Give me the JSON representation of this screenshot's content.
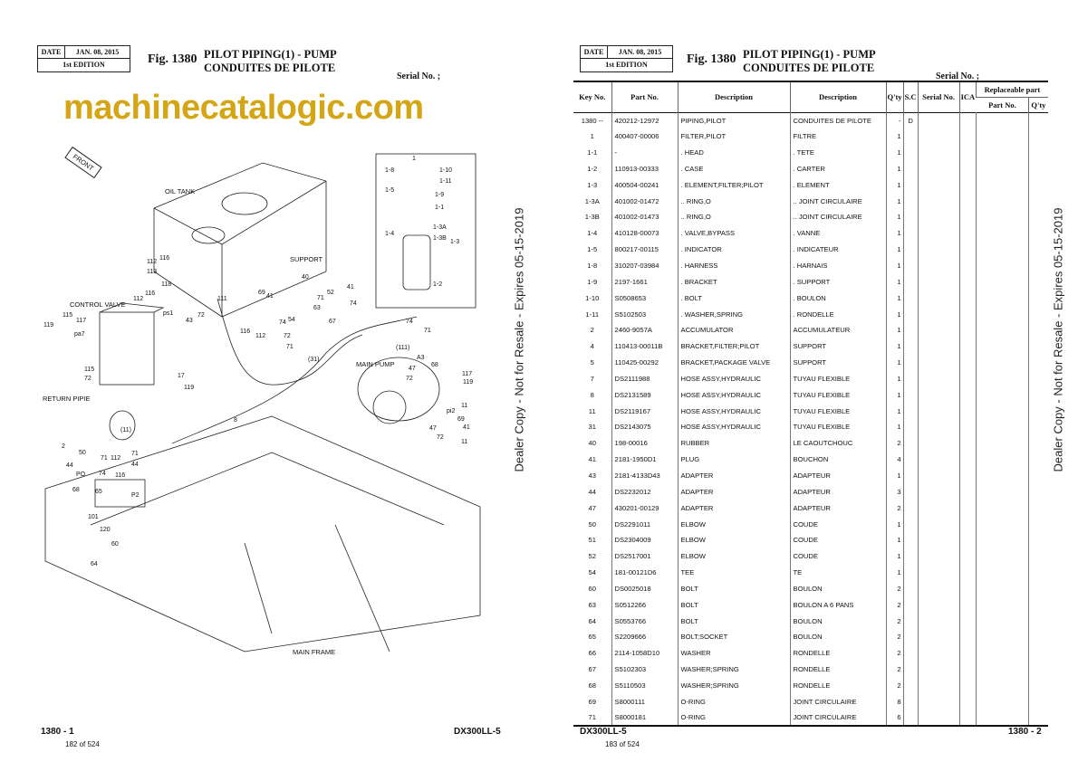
{
  "left_page": {
    "date_label": "DATE",
    "date": "JAN. 08, 2015",
    "edition": "1st EDITION",
    "fig": "Fig. 1380",
    "title1": "PILOT PIPING(1) - PUMP",
    "title2": "CONDUITES DE PILOTE",
    "serial": "Serial No. ;",
    "page_num": "1380 - 1",
    "page_of": "182 of 524",
    "model": "DX300LL-5",
    "diagram_labels": {
      "front": "FRONT",
      "oil_tank": "OIL TANK",
      "support": "SUPPORT",
      "control_valve": "CONTROL VALVE",
      "return_pipe": "RETURN PIPIE",
      "main_pump": "MAIN PUMP",
      "main_frame": "MAIN FRAME"
    },
    "callouts": [
      "1",
      "1-8",
      "1-10",
      "1-11",
      "1-5",
      "1-1",
      "1-9",
      "1-4",
      "1-3A",
      "1-3B",
      "1-3",
      "1-2",
      "112",
      "116",
      "113",
      "118",
      "112",
      "116",
      "115",
      "117",
      "119",
      "pa7",
      "ps1",
      "43",
      "72",
      "111",
      "69",
      "41",
      "116",
      "112",
      "54",
      "40",
      "71",
      "52",
      "63",
      "41",
      "74",
      "67",
      "72",
      "74",
      "71",
      "(31)",
      "74",
      "71",
      "(111)",
      "A3",
      "47",
      "72",
      "68",
      "117",
      "119",
      "11",
      "pi2",
      "69",
      "41",
      "47",
      "72",
      "11",
      "8",
      "17",
      "119",
      "115",
      "72",
      "(11)",
      "2",
      "50",
      "44",
      "71",
      "112",
      "71",
      "44",
      "74",
      "116",
      "PO",
      "P2",
      "65",
      "68",
      "101",
      "120",
      "60",
      "64"
    ]
  },
  "right_page": {
    "date_label": "DATE",
    "date": "JAN. 08, 2015",
    "edition": "1st EDITION",
    "fig": "Fig. 1380",
    "title1": "PILOT PIPING(1) - PUMP",
    "title2": "CONDUITES DE PILOTE",
    "serial": "Serial No. ;",
    "page_num": "1380 - 2",
    "page_of": "183 of 524",
    "model": "DX300LL-5",
    "headers": {
      "key": "Key No.",
      "part": "Part No.",
      "desc": "Description",
      "desc_fr": "Description",
      "qty": "Q'ty",
      "sc": "S.C",
      "serial": "Serial No.",
      "ica": "ICA",
      "replaceable": "Replaceable part",
      "rep_part": "Part No.",
      "rep_qty": "Q'ty"
    },
    "rows": [
      [
        "1380 --",
        "420212-12972",
        "PIPING,PILOT",
        "CONDUITES DE PILOTE",
        "-",
        "D"
      ],
      [
        "1",
        "400407-00006",
        "FILTER,PILOT",
        "FILTRE",
        "1",
        ""
      ],
      [
        "1-1",
        "-",
        ". HEAD",
        ". TETE",
        "1",
        ""
      ],
      [
        "1-2",
        "110913-00333",
        ". CASE",
        ". CARTER",
        "1",
        ""
      ],
      [
        "1-3",
        "400504-00241",
        ". ELEMENT,FILTER;PILOT",
        ". ELEMENT",
        "1",
        ""
      ],
      [
        "1-3A",
        "401002-01472",
        ".. RING,O",
        ".. JOINT CIRCULAIRE",
        "1",
        ""
      ],
      [
        "1-3B",
        "401002-01473",
        ".. RING,O",
        ".. JOINT CIRCULAIRE",
        "1",
        ""
      ],
      [
        "1-4",
        "410128-00073",
        ". VALVE,BYPASS",
        ". VANNE",
        "1",
        ""
      ],
      [
        "1-5",
        "800217-00115",
        ". INDICATOR",
        ". INDICATEUR",
        "1",
        ""
      ],
      [
        "1-8",
        "310207-03984",
        ". HARNESS",
        ". HARNAIS",
        "1",
        ""
      ],
      [
        "1-9",
        "2197-1661",
        ". BRACKET",
        ". SUPPORT",
        "1",
        ""
      ],
      [
        "1-10",
        "S0508653",
        ". BOLT",
        ". BOULON",
        "1",
        ""
      ],
      [
        "1-11",
        "S5102503",
        ". WASHER,SPRING",
        ". RONDELLE",
        "1",
        ""
      ],
      [
        "2",
        "2460-9057A",
        "ACCUMULATOR",
        "ACCUMULATEUR",
        "1",
        ""
      ],
      [
        "4",
        "110413-00011B",
        "BRACKET,FILTER;PILOT",
        "SUPPORT",
        "1",
        ""
      ],
      [
        "5",
        "110425-00292",
        "BRACKET,PACKAGE VALVE",
        "SUPPORT",
        "1",
        ""
      ],
      [
        "7",
        "DS2111988",
        "HOSE ASSY,HYDRAULIC",
        "TUYAU FLEXIBLE",
        "1",
        ""
      ],
      [
        "8",
        "DS2131589",
        "HOSE ASSY,HYDRAULIC",
        "TUYAU FLEXIBLE",
        "1",
        ""
      ],
      [
        "11",
        "DS2119167",
        "HOSE ASSY,HYDRAULIC",
        "TUYAU FLEXIBLE",
        "1",
        ""
      ],
      [
        "31",
        "DS2143075",
        "HOSE ASSY,HYDRAULIC",
        "TUYAU FLEXIBLE",
        "1",
        ""
      ],
      [
        "40",
        "198-00016",
        "RUBBER",
        "LE CAOUTCHOUC",
        "2",
        ""
      ],
      [
        "41",
        "2181-1950D1",
        "PLUG",
        "BOUCHON",
        "4",
        ""
      ],
      [
        "43",
        "2181-4133D43",
        "ADAPTER",
        "ADAPTEUR",
        "1",
        ""
      ],
      [
        "44",
        "DS2232012",
        "ADAPTER",
        "ADAPTEUR",
        "3",
        ""
      ],
      [
        "47",
        "430201-00129",
        "ADAPTER",
        "ADAPTEUR",
        "2",
        ""
      ],
      [
        "50",
        "DS2291011",
        "ELBOW",
        "COUDE",
        "1",
        ""
      ],
      [
        "51",
        "DS2304009",
        "ELBOW",
        "COUDE",
        "1",
        ""
      ],
      [
        "52",
        "DS2517001",
        "ELBOW",
        "COUDE",
        "1",
        ""
      ],
      [
        "54",
        "181-00121D6",
        "TEE",
        "TE",
        "1",
        ""
      ],
      [
        "60",
        "DS0025018",
        "BOLT",
        "BOULON",
        "2",
        ""
      ],
      [
        "63",
        "S0512266",
        "BOLT",
        "BOULON A 6 PANS",
        "2",
        ""
      ],
      [
        "64",
        "S0553766",
        "BOLT",
        "BOULON",
        "2",
        ""
      ],
      [
        "65",
        "S2209666",
        "BOLT;SOCKET",
        "BOULON",
        "2",
        ""
      ],
      [
        "66",
        "2114-1058D10",
        "WASHER",
        "RONDELLE",
        "2",
        ""
      ],
      [
        "67",
        "S5102303",
        "WASHER;SPRING",
        "RONDELLE",
        "2",
        ""
      ],
      [
        "68",
        "S5110503",
        "WASHER;SPRING",
        "RONDELLE",
        "2",
        ""
      ],
      [
        "69",
        "S8000111",
        "O-RING",
        "JOINT CIRCULAIRE",
        "8",
        ""
      ],
      [
        "71",
        "S8000181",
        "O-RING",
        "JOINT CIRCULAIRE",
        "6",
        ""
      ]
    ]
  },
  "watermarks": {
    "vertical": "Dealer Copy - Not for Resale - Expires 05-15-2019",
    "site": "machinecatalogic.com"
  },
  "colors": {
    "watermark": "#d4a514"
  }
}
